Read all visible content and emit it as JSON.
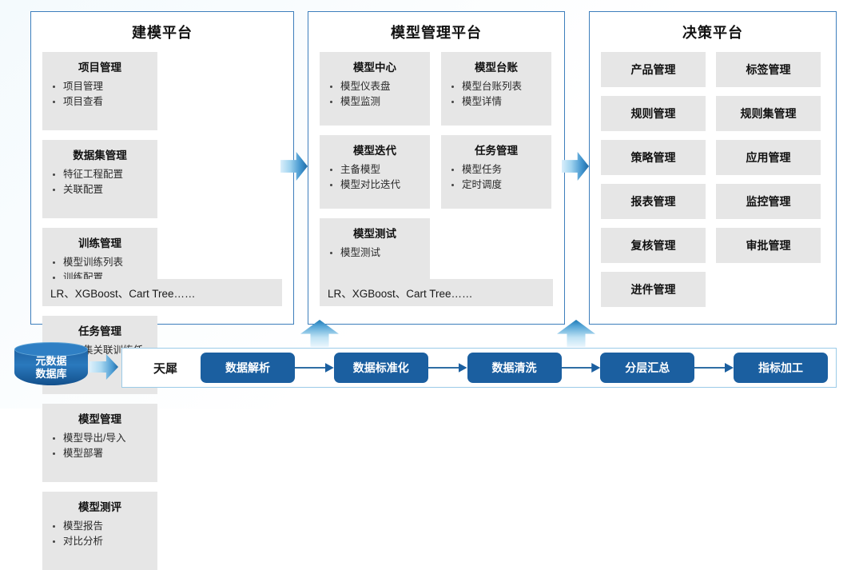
{
  "colors": {
    "panel_border": "#3d7ebc",
    "card_bg": "#e6e6e6",
    "pipeline_pill": "#1b5fa0",
    "pipeline_border": "#9ccbe8",
    "arrow_gradient_start": "#d9eefb",
    "arrow_gradient_end": "#1f6aa5",
    "cylinder": "#1f63a4"
  },
  "panels": [
    {
      "id": "modeling",
      "title": "建模平台",
      "cards": [
        {
          "title": "项目管理",
          "items": [
            "项目管理",
            "项目查看"
          ]
        },
        {
          "title": "数据集管理",
          "items": [
            "特征工程配置",
            "关联配置"
          ]
        },
        {
          "title": "训练管理",
          "items": [
            "模型训练列表",
            "训练配置"
          ]
        },
        {
          "title": "任务管理",
          "items": [
            "数据集关联训练任务"
          ]
        },
        {
          "title": "模型管理",
          "items": [
            "模型导出/导入",
            "模型部署"
          ]
        },
        {
          "title": "模型测评",
          "items": [
            "模型报告",
            "对比分析"
          ]
        }
      ],
      "algorithms": "LR、XGBoost、Cart Tree……"
    },
    {
      "id": "model-management",
      "title": "模型管理平台",
      "cards": [
        {
          "title": "模型中心",
          "items": [
            "模型仪表盘",
            "模型监测"
          ]
        },
        {
          "title": "模型台账",
          "items": [
            "模型台账列表",
            "模型详情"
          ]
        },
        {
          "title": "模型迭代",
          "items": [
            "主备模型",
            "模型对比迭代"
          ]
        },
        {
          "title": "任务管理",
          "items": [
            "模型任务",
            "定时调度"
          ]
        },
        {
          "title": "模型测试",
          "items": [
            "模型测试"
          ]
        }
      ],
      "algorithms": "LR、XGBoost、Cart Tree……"
    },
    {
      "id": "decision",
      "title": "决策平台",
      "buttons": [
        "产品管理",
        "标签管理",
        "规则管理",
        "规则集管理",
        "策略管理",
        "应用管理",
        "报表管理",
        "监控管理",
        "复核管理",
        "审批管理",
        "进件管理"
      ]
    }
  ],
  "database": {
    "line1": "元数据",
    "line2": "数据库"
  },
  "pipeline": {
    "label": "天犀",
    "stages": [
      "数据解析",
      "数据标准化",
      "数据清洗",
      "分层汇总",
      "指标加工"
    ]
  }
}
